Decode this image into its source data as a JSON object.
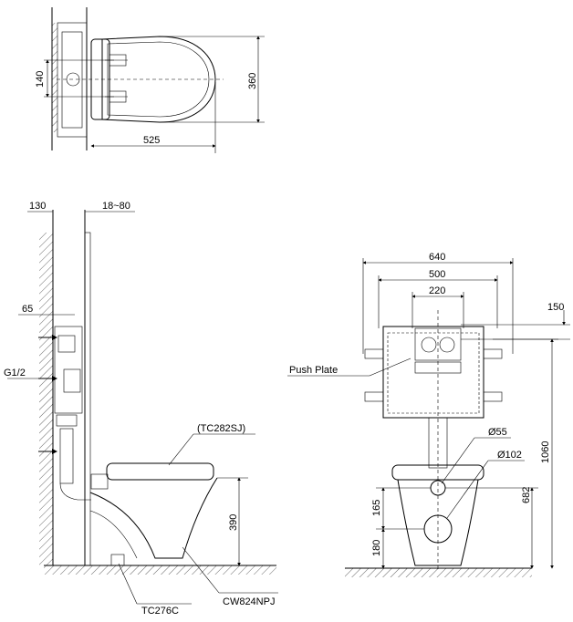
{
  "top_view": {
    "width_label": "525",
    "depth_label": "360",
    "bolt_spacing_label": "140"
  },
  "side_view": {
    "wall_label": "130",
    "frame_depth_label": "18~80",
    "offset_label": "65",
    "inlet_label": "G1/2",
    "seat_label": "(TC282SJ)",
    "seat_height_label": "390",
    "fixing_label": "TC276C",
    "bowl_label": "CW824NPJ"
  },
  "front_view": {
    "overall_width_label": "640",
    "frame_width_label": "500",
    "plate_width_label": "220",
    "top_offset_label": "150",
    "push_plate_label": "Push Plate",
    "overall_height_label": "1060",
    "outlet_height_label": "682",
    "pipe_small_label": "Ø55",
    "pipe_large_label": "Ø102",
    "pipe_small_height_label": "165",
    "pipe_large_height_label": "180"
  }
}
